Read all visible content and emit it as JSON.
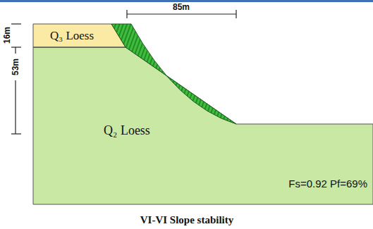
{
  "diagram": {
    "caption": "VI-VI Slope stability",
    "nodes": [
      {
        "text": [
          "Q₃ Loess"
        ]
      },
      {
        "text": [
          "Q₂ Loess"
        ]
      }
    ],
    "labels": [
      "85m",
      "16m",
      "53m",
      "Fs=0.92 Pf=69%"
    ]
  }
}
